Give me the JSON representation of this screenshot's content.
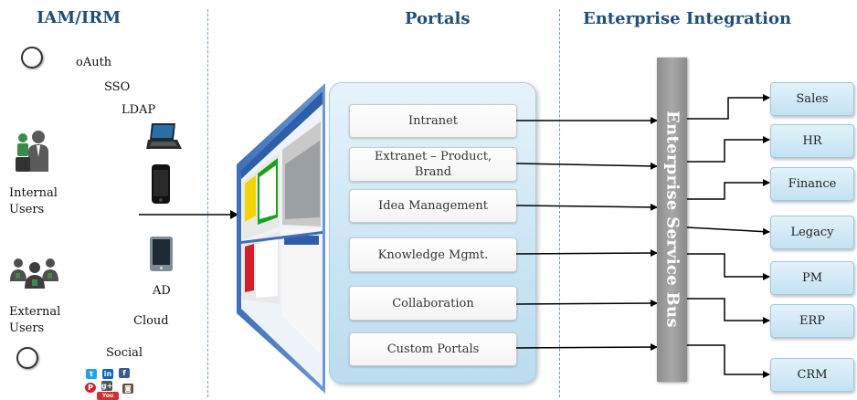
{
  "headings": {
    "iam": "IAM/IRM",
    "portals": "Portals",
    "integration": "Enterprise Integration"
  },
  "iam": {
    "protocols": [
      "oAuth",
      "SSO",
      "LDAP"
    ],
    "internal_users": [
      "Internal",
      "Users"
    ],
    "external_users": [
      "External",
      "Users"
    ],
    "ad": "AD",
    "cloud": "Cloud",
    "social": "Social"
  },
  "portals": [
    {
      "label": "Intranet"
    },
    {
      "label": "Extranet – Product,\nBrand"
    },
    {
      "label": "Idea Management"
    },
    {
      "label": "Knowledge Mgmt."
    },
    {
      "label": "Collaboration"
    },
    {
      "label": "Custom Portals"
    }
  ],
  "esb": {
    "label": "Enterprise Service Bus"
  },
  "targets": [
    "Sales",
    "HR",
    "Finance",
    "Legacy",
    "PM",
    "ERP",
    "CRM"
  ],
  "colors": {
    "heading": "#1f4e79",
    "divider": "#6b9bc3",
    "portal_panel": "#c9e4f4",
    "esb": "#9a9a9a",
    "target_box": "#cfe8f5",
    "arrow": "#000000"
  },
  "icons": [
    "ring-icon",
    "laptop-icon",
    "smartphone-icon",
    "tablet-icon",
    "person-icon",
    "group-icon",
    "twitter-icon",
    "linkedin-icon",
    "facebook-icon",
    "pinterest-icon",
    "googleplus-icon",
    "youtube-icon",
    "instagram-icon",
    "screen-mockup"
  ]
}
